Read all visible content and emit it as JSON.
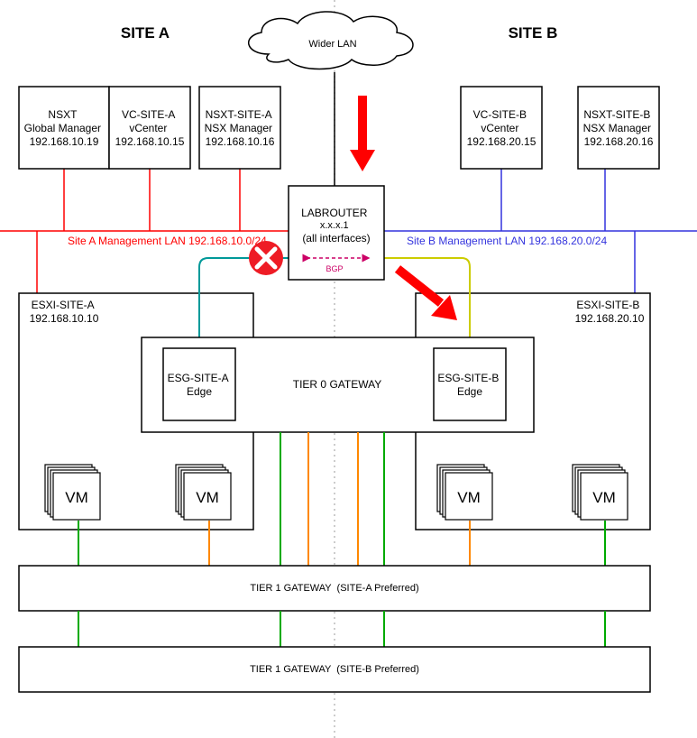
{
  "sites": {
    "a": "SITE A",
    "b": "SITE B"
  },
  "cloud": "Wider LAN",
  "boxes": {
    "nsxt_gm": [
      "NSXT",
      "Global Manager",
      "192.168.10.19"
    ],
    "vc_a": [
      "VC-SITE-A",
      "vCenter",
      "192.168.10.15"
    ],
    "nsx_a": [
      "NSXT-SITE-A",
      "NSX Manager",
      "192.168.10.16"
    ],
    "vc_b": [
      "VC-SITE-B",
      "vCenter",
      "192.168.20.15"
    ],
    "nsx_b": [
      "NSXT-SITE-B",
      "NSX Manager",
      "192.168.20.16"
    ]
  },
  "router": {
    "name": "LABROUTER",
    "ip": "x.x.x.1",
    "note": "(all interfaces)",
    "bgp": "BGP"
  },
  "lan": {
    "a": "Site A Management LAN 192.168.10.0/24",
    "b": "Site B Management LAN 192.168.20.0/24"
  },
  "esxi": {
    "a": [
      "ESXI-SITE-A",
      "192.168.10.10"
    ],
    "b": [
      "ESXI-SITE-B",
      "192.168.20.10"
    ]
  },
  "tier0": "TIER 0 GATEWAY",
  "esg": {
    "a": [
      "ESG-SITE-A",
      "Edge"
    ],
    "b": [
      "ESG-SITE-B",
      "Edge"
    ]
  },
  "vm_label": "VM",
  "tier1": {
    "a": "TIER 1 GATEWAY  (SITE-A Preferred)",
    "b": "TIER 1 GATEWAY  (SITE-B Preferred)"
  },
  "colors": {
    "site_a": "#ff0000",
    "site_b": "#3333dd",
    "teal": "#009999",
    "yellow": "#cccc00",
    "green": "#00aa00",
    "orange": "#ff8800",
    "bgp": "#cc0066",
    "arrow": "#ff0000"
  }
}
